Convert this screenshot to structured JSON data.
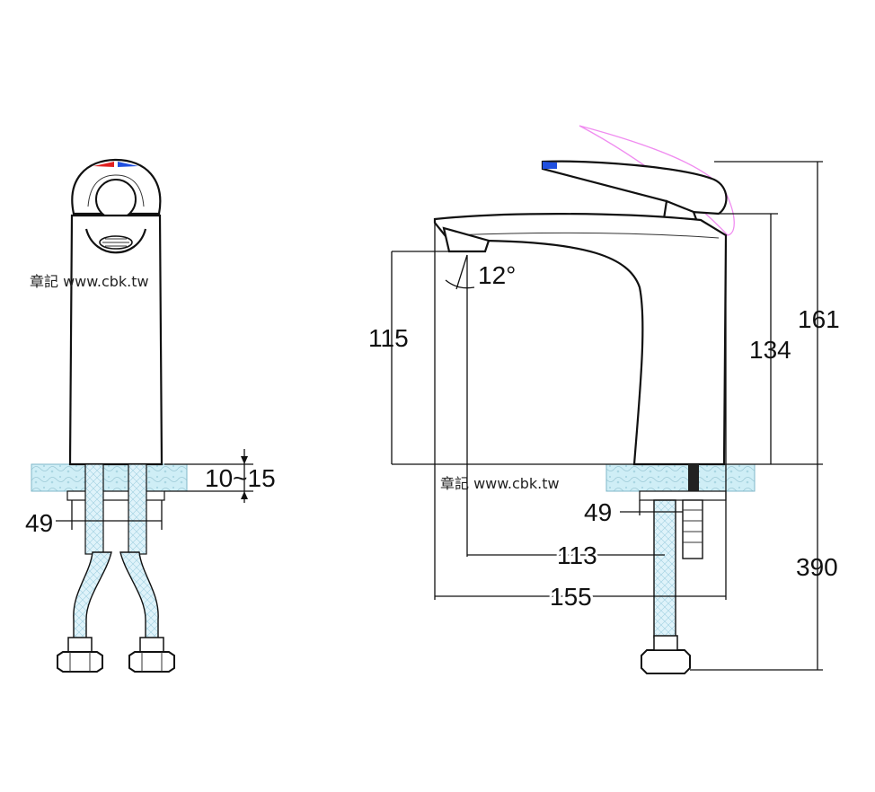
{
  "watermarks": [
    "章記 www.cbk.tw",
    "章記 www.cbk.tw"
  ],
  "dimensions": {
    "side_width": "49",
    "counter_thickness": "10~15",
    "spout_height": "115",
    "body_height": "134",
    "total_height": "161",
    "hose_length": "390",
    "base_width": "49",
    "spout_reach": "113",
    "overall_length": "155",
    "handle_angle": "12°"
  },
  "colors": {
    "line": "#111111",
    "counter_fill": "#cfeef6",
    "hose_fill": "#dff3fa",
    "handle_ghost": "#f08cf0",
    "hot_marker": "#e02020",
    "cold_marker": "#2050e0"
  }
}
